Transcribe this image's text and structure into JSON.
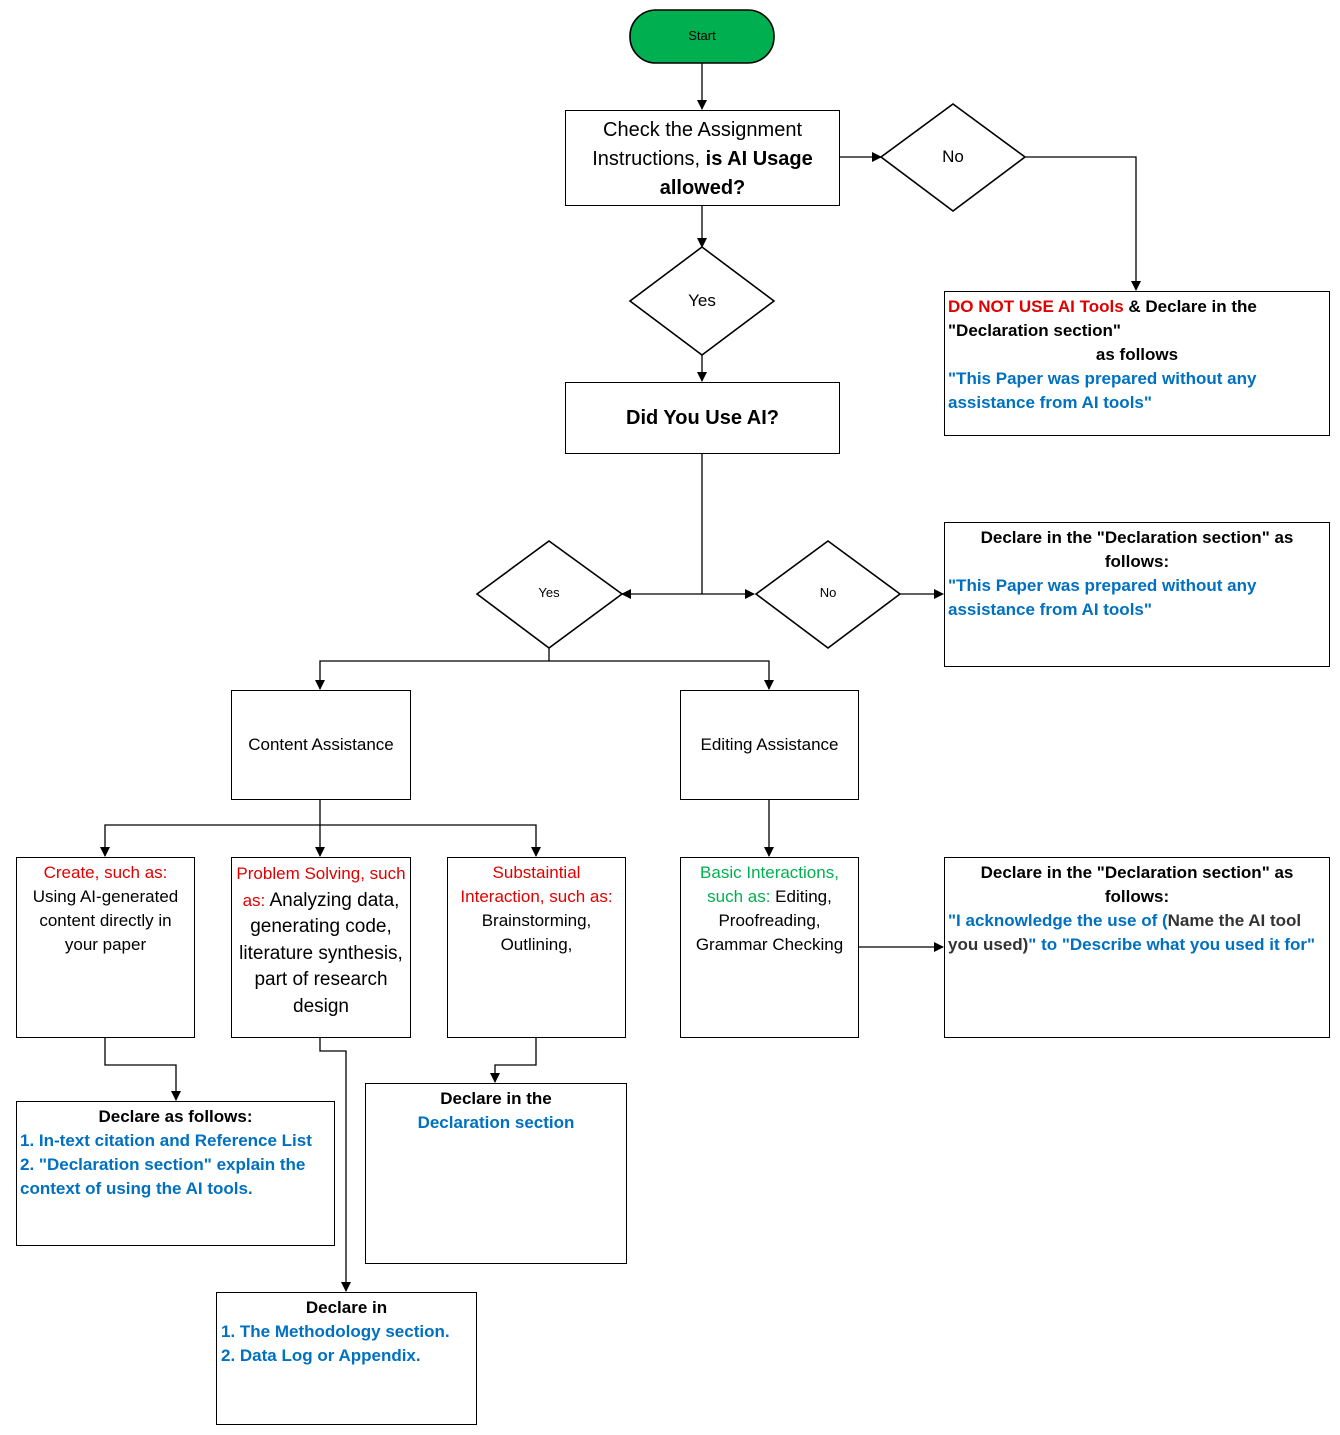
{
  "colors": {
    "start_fill": "#00b050",
    "red": "#e00000",
    "blue": "#0070c0",
    "green": "#00b050",
    "line": "#000000"
  },
  "start": {
    "label": "Start"
  },
  "check_instructions": {
    "part1": "Check the Assignment Instructions, ",
    "part2": "is AI Usage allowed?"
  },
  "decision_allowed_no": {
    "label": "No"
  },
  "decision_allowed_yes": {
    "label": "Yes"
  },
  "no_ai_allowed": {
    "part1": "DO NOT USE AI Tools",
    "part2": " & Declare in the \"Declaration section\"",
    "part3": "as follows",
    "quote": "\"This Paper was prepared without any assistance from AI tools\""
  },
  "did_you_use_ai": {
    "label": "Did You Use AI?"
  },
  "decision_used_yes": {
    "label": "Yes"
  },
  "decision_used_no": {
    "label": "No"
  },
  "not_used": {
    "title": "Declare in the \"Declaration section\" as follows:",
    "quote": "\"This Paper was prepared without any assistance from AI tools\""
  },
  "content_assistance": {
    "label": "Content Assistance"
  },
  "editing_assistance": {
    "label": "Editing Assistance"
  },
  "create": {
    "heading": "Create, such as:",
    "body": "Using AI-generated content directly in your paper"
  },
  "problem_solving": {
    "heading": "Problem Solving, such as:",
    "body": " Analyzing data, generating code, literature synthesis, part of research design"
  },
  "substantial": {
    "heading": "Substaintial Interaction, such as:",
    "body": "Brainstorming, Outlining,"
  },
  "basic": {
    "heading": "Basic Interactions, such as:",
    "body": " Editing, Proofreading, Grammar Checking"
  },
  "declare_editing": {
    "title": "Declare in the \"Declaration section\" as follows:",
    "q1": "\"I acknowledge the use of (",
    "q2": "Name the AI tool you used)",
    "q3": "\" to \"Describe what you used it for\""
  },
  "declare_create": {
    "title": "Declare as follows:",
    "item1": "1. In-text citation and Reference List",
    "item2": "2. \"Declaration section\" explain the context of using the AI tools."
  },
  "declare_substantial": {
    "title": "Declare in the",
    "subtitle": "Declaration section"
  },
  "declare_problem": {
    "title": "Declare in",
    "item1": "1. The Methodology section.",
    "item2": "2. Data Log or Appendix."
  }
}
